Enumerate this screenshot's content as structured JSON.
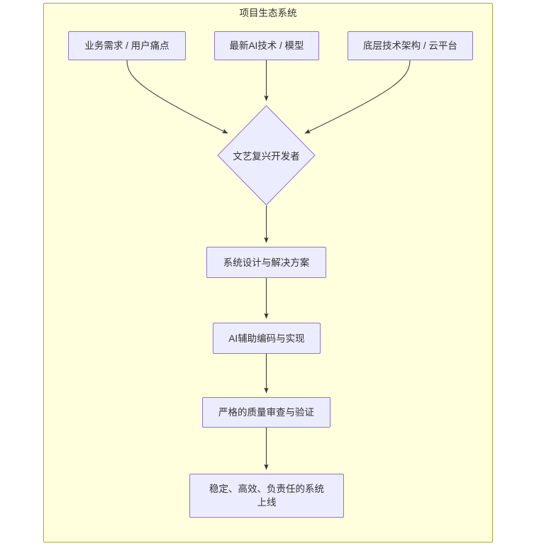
{
  "diagram": {
    "type": "flowchart",
    "direction": "top-to-bottom",
    "subgraph": {
      "title": "项目生态系统",
      "fill_color": "#FFFFDE",
      "border_color": "#AAAA33"
    },
    "node_style": {
      "fill_color": "#ECECFF",
      "border_color": "#9370DB",
      "text_color": "#333333"
    },
    "edge_color": "#333333",
    "nodes": [
      {
        "id": "n1",
        "shape": "rect",
        "label": "业务需求 / 用户痛点"
      },
      {
        "id": "n2",
        "shape": "rect",
        "label": "最新AI技术 / 模型"
      },
      {
        "id": "n3",
        "shape": "rect",
        "label": "底层技术架构 / 云平台"
      },
      {
        "id": "n4",
        "shape": "diamond",
        "label": "文艺复兴开发者"
      },
      {
        "id": "n5",
        "shape": "rect",
        "label": "系统设计与解决方案"
      },
      {
        "id": "n6",
        "shape": "rect",
        "label": "AI辅助编码与实现"
      },
      {
        "id": "n7",
        "shape": "rect",
        "label": "严格的质量审查与验证"
      },
      {
        "id": "n8",
        "shape": "rect",
        "label_line1": "稳定、高效、负责任的系统",
        "label_line2": "上线"
      }
    ],
    "edges": [
      {
        "from": "n1",
        "to": "n4",
        "style": "curved",
        "arrow": "arrowhead"
      },
      {
        "from": "n2",
        "to": "n4",
        "style": "straight",
        "arrow": "arrowhead"
      },
      {
        "from": "n3",
        "to": "n4",
        "style": "curved",
        "arrow": "arrowhead"
      },
      {
        "from": "n4",
        "to": "n5",
        "style": "straight",
        "arrow": "arrowhead"
      },
      {
        "from": "n5",
        "to": "n6",
        "style": "straight",
        "arrow": "arrowhead"
      },
      {
        "from": "n6",
        "to": "n7",
        "style": "straight",
        "arrow": "arrowhead"
      },
      {
        "from": "n7",
        "to": "n8",
        "style": "straight",
        "arrow": "arrowhead"
      }
    ]
  }
}
